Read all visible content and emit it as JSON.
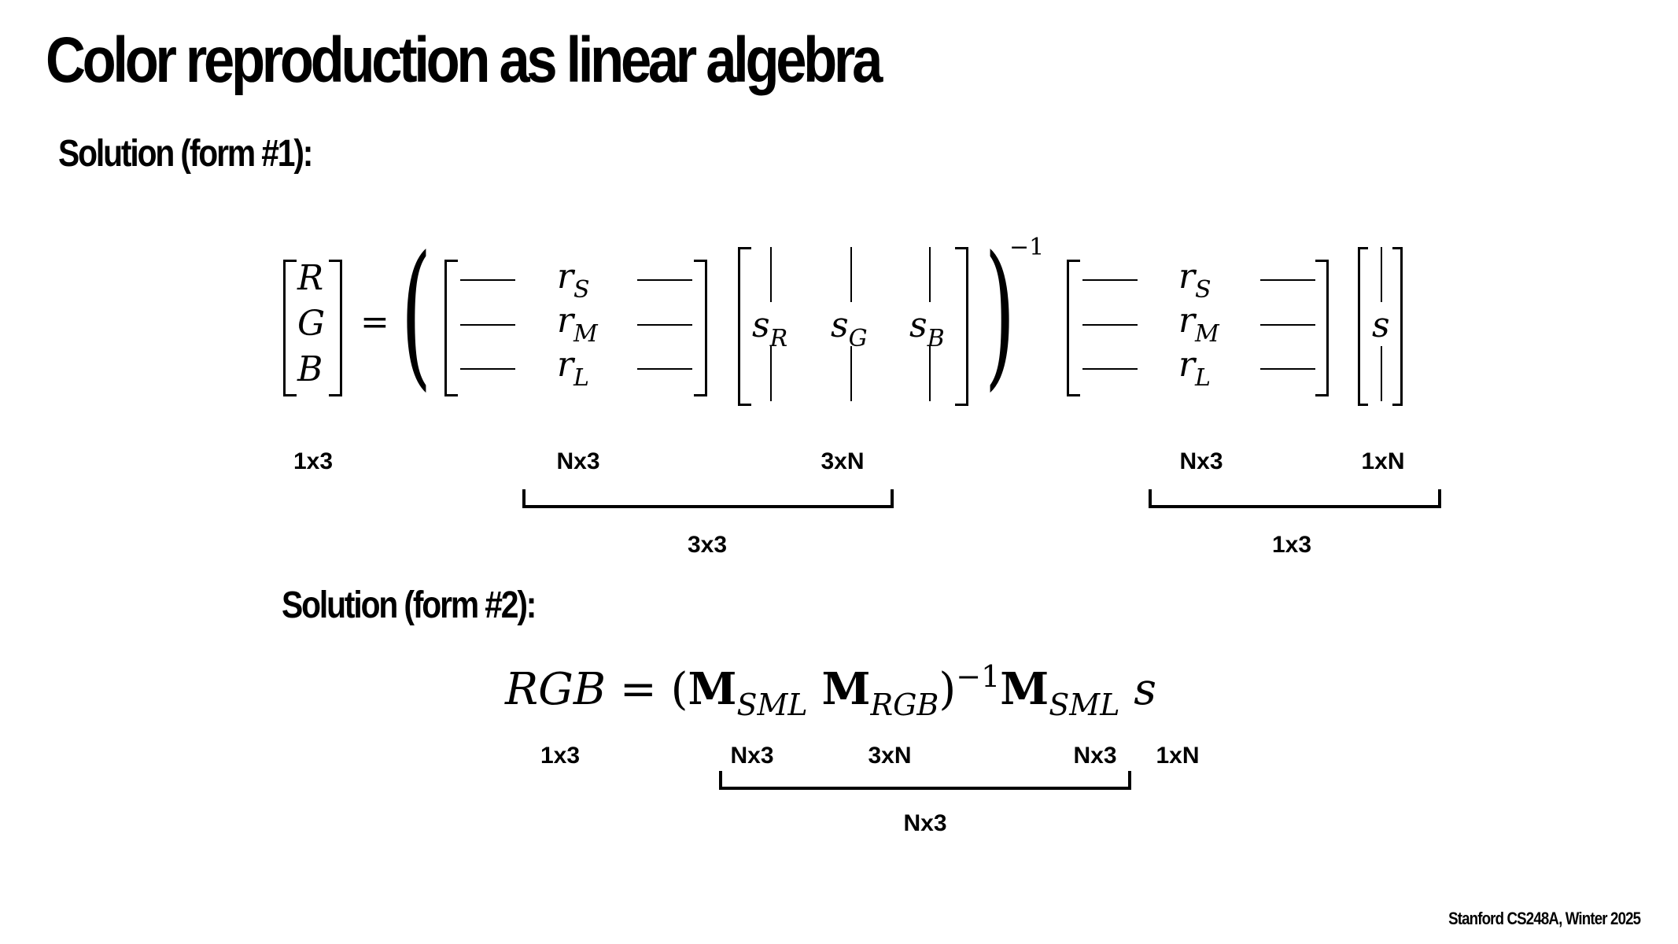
{
  "slide": {
    "title": "Color reproduction as linear algebra",
    "footer": "Stanford CS248A, Winter 2025"
  },
  "form1": {
    "heading": "Solution (form #1):",
    "lhs": [
      "R",
      "G",
      "B"
    ],
    "equals": "=",
    "matrix_r": {
      "rows": [
        {
          "base": "r",
          "sub": "S"
        },
        {
          "base": "r",
          "sub": "M"
        },
        {
          "base": "r",
          "sub": "L"
        }
      ]
    },
    "matrix_s": {
      "cols": [
        {
          "base": "s",
          "sub": "R"
        },
        {
          "base": "s",
          "sub": "G"
        },
        {
          "base": "s",
          "sub": "B"
        }
      ]
    },
    "inverse_exponent": "−1",
    "vector_s": "s",
    "dims": {
      "lhs": "1x3",
      "r_matrix": "Nx3",
      "s_matrix": "3xN",
      "r_matrix_2": "Nx3",
      "s_vector": "1xN",
      "product_1": "3x3",
      "product_2": "1x3"
    }
  },
  "form2": {
    "heading": "Solution (form #2):",
    "equation": {
      "lhs": "RGB",
      "equals": "=",
      "open": "(",
      "m1": "M",
      "m1_sub": "SML",
      "m2": "M",
      "m2_sub": "RGB",
      "close": ")",
      "exp": "−1",
      "m3": "M",
      "m3_sub": "SML",
      "s": "s"
    },
    "dims": {
      "lhs": "1x3",
      "m1": "Nx3",
      "m2": "3xN",
      "m3": "Nx3",
      "s": "1xN",
      "product": "Nx3"
    }
  }
}
